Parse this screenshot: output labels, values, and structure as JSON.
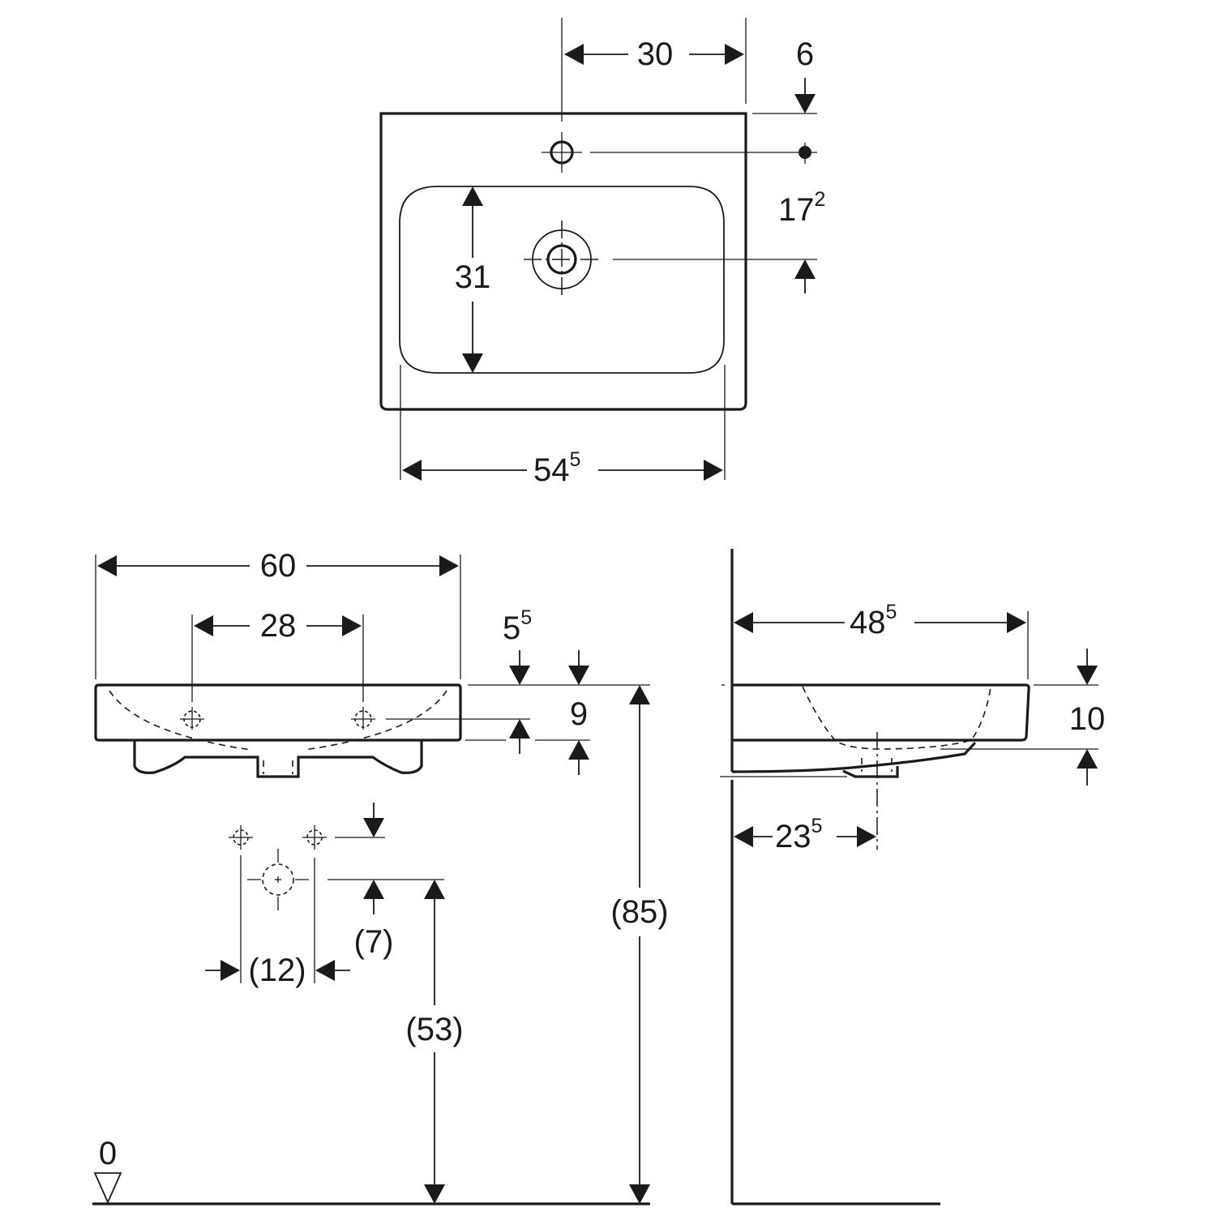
{
  "title": "Washbasin dimension drawing",
  "colors": {
    "line": "#1a1a1a",
    "background": "#ffffff"
  },
  "top_view": {
    "tap_hole_offset": "30",
    "tap_hole_from_back": "6",
    "waste_from_tap": {
      "main": "17",
      "sup": "2"
    },
    "bowl_depth": "31",
    "bowl_width": {
      "main": "54",
      "sup": "5"
    }
  },
  "front_view": {
    "overall_width": "60",
    "fixing_spacing": "28",
    "fixing_height": {
      "main": "5",
      "sup": "5"
    },
    "rim_height": "9",
    "rough_in_vertical": "(7)",
    "rough_in_horizontal": "(12)",
    "waste_height": "(53)",
    "rim_height_from_floor": "(85)",
    "floor_level": "0"
  },
  "side_view": {
    "projection": {
      "main": "48",
      "sup": "5"
    },
    "basin_height": "10",
    "waste_projection": {
      "main": "23",
      "sup": "5"
    }
  }
}
